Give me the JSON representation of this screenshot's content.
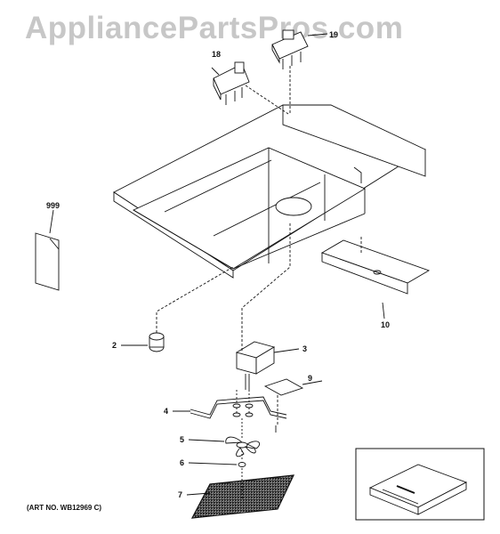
{
  "watermark": "AppliancePartsPros.com",
  "art_number": "(ART NO. WB12969 C)",
  "callouts": {
    "c18": "18",
    "c19": "19",
    "c999": "999",
    "c10": "10",
    "c2": "2",
    "c3": "3",
    "c9": "9",
    "c4": "4",
    "c5": "5",
    "c6": "6",
    "c7": "7"
  }
}
